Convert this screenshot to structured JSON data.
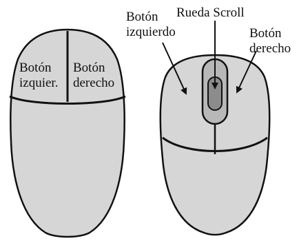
{
  "colors": {
    "body_fill": "#d6d6d6",
    "scroll_fill": "#b8b8b8",
    "wheel_fill": "#8c8c8c",
    "outline": "#111111"
  },
  "left_mouse": {
    "left_button": {
      "line1": "Botón",
      "line2": "izquier."
    },
    "right_button": {
      "line1": "Botón",
      "line2": "derecho"
    }
  },
  "right_mouse": {
    "left_button": {
      "line1": "Botón",
      "line2": "izquierdo"
    },
    "scroll_wheel": {
      "label": "Rueda Scroll"
    },
    "right_button": {
      "line1": "Botón",
      "line2": "derecho"
    }
  }
}
